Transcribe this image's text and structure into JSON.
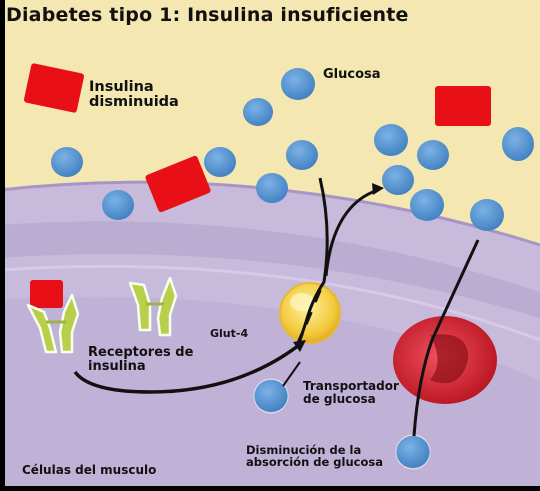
{
  "title": "Diabetes tipo 1: Insulina insuficiente",
  "labels": {
    "insulina_disminuida": "Insulina disminuida",
    "glucosa": "Glucosa",
    "glut4": "Glut-4",
    "receptores": "Receptores de insulina",
    "transportador": "Transportador de glucosa",
    "disminucion": "Disminución de la absorción de glucosa",
    "celulas": "Células del musculo"
  },
  "colors": {
    "extracellular": "#f4e7b2",
    "cell": "#c8badb",
    "membrane": "#b4a4cc",
    "insulin": "#e81016",
    "glucose": "#5b9ad6",
    "glut4": "#f2cf46",
    "receptor": "#b9cf4a",
    "red_cell": "#d81f2a"
  }
}
